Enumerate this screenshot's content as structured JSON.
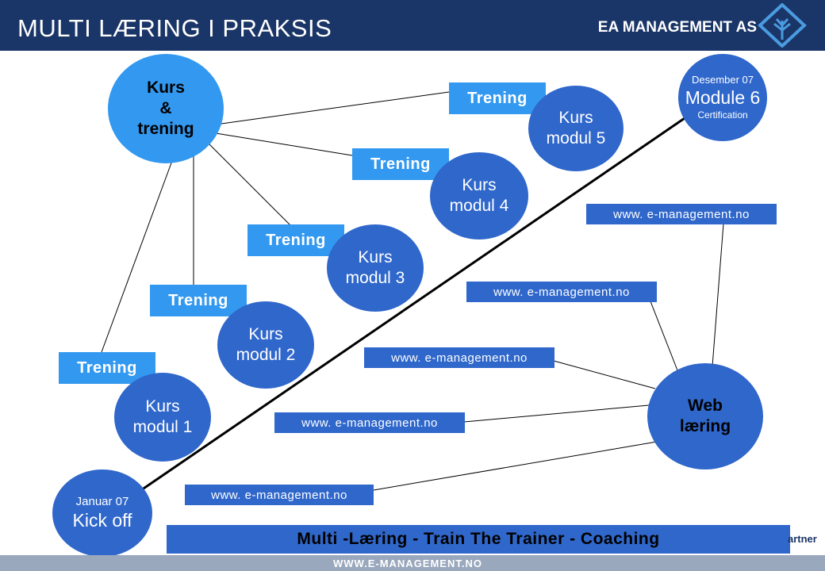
{
  "header": {
    "title": "MULTI LÆRING I PRAKSIS",
    "brand": "EA MANAGEMENT AS"
  },
  "nodes": {
    "kurs_trening": [
      "Kurs",
      "&",
      "trening"
    ],
    "kickoff": {
      "date": "Januar 07",
      "label": "Kick off"
    },
    "module6": {
      "date": "Desember 07",
      "label": "Module 6",
      "sub": "Certification"
    },
    "web": [
      "Web",
      "læring"
    ],
    "modules": [
      {
        "line1": "Kurs",
        "line2": "modul 1"
      },
      {
        "line1": "Kurs",
        "line2": "modul 2"
      },
      {
        "line1": "Kurs",
        "line2": "modul 3"
      },
      {
        "line1": "Kurs",
        "line2": "modul 4"
      },
      {
        "line1": "Kurs",
        "line2": "modul 5"
      }
    ],
    "trening": [
      "Trening",
      "Trening",
      "Trening",
      "Trening",
      "Trening"
    ],
    "web_links": [
      "www. e-management.no",
      "www. e-management.no",
      "www. e-management.no",
      "www. e-management.no",
      "www. e-management.no"
    ]
  },
  "banner": "Multi -Læring -  Train The Trainer - Coaching",
  "partner": "artner",
  "footer": "WWW.E-MANAGEMENT.NO",
  "colors": {
    "header": "#1a3567",
    "circle": "#2f67cb",
    "light": "#3399f0"
  }
}
